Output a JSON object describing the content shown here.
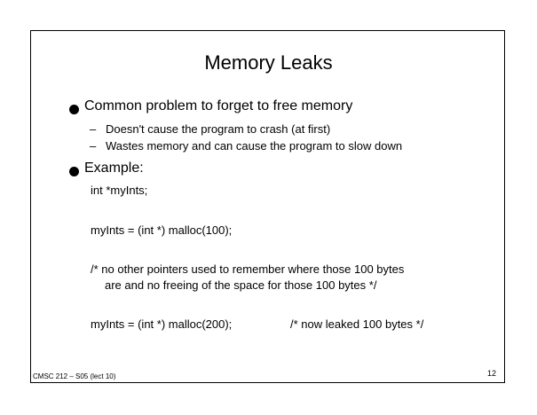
{
  "slide": {
    "title": "Memory Leaks",
    "bullets": [
      {
        "text": "Common problem to forget to free memory",
        "subitems": [
          {
            "dash": "–",
            "text": "Doesn't cause the program to crash (at first)"
          },
          {
            "dash": "–",
            "text": "Wastes memory and can cause the program to slow down"
          }
        ]
      },
      {
        "text": "Example:"
      }
    ],
    "code": {
      "line1": "int *myInts;",
      "line2": "myInts = (int *) malloc(100);",
      "comment_line1": "/* no other pointers used to remember where those 100 bytes",
      "comment_line2": "are and no freeing of the space for those 100 bytes */",
      "line3": "myInts = (int *) malloc(200);",
      "line3_comment": "/* now leaked 100 bytes */"
    },
    "footer": {
      "course": "CMSC 212 – S05 (lect 10)",
      "page_number": "12"
    }
  }
}
